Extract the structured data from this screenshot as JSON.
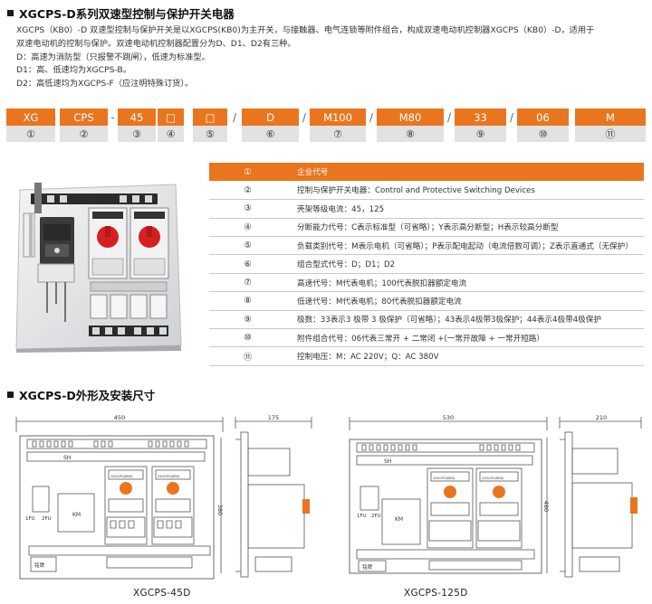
{
  "section1_title": "XGCPS-D系列双速型控制与保护开关电器",
  "intro_lines": [
    "XGCPS（KB0）-D 双速型控制与保护开关是以XGCPS(KB0)为主开关，与接触器、电气连锁等附件组合，构成双速电动机控制器XGCPS（KB0）-D，适用于",
    "双速电动机的控制与保护。双速电动机控制器配置分为D、D1、D2有三种。",
    "D：高速为消防型（只报警不跳闸），低速为标准型。",
    "D1：高、低速均为XGCPS-B。",
    "D2：高低速均为XGCPS-F（应注明特殊订货）。"
  ],
  "code_cells": [
    "XG",
    "CPS",
    "45",
    "□",
    "□",
    "D",
    "M100",
    "M80",
    "33",
    "06",
    "M"
  ],
  "code_numbers": [
    "①",
    "②",
    "③",
    "④",
    "⑤",
    "⑥",
    "⑦",
    "⑧",
    "⑨",
    "⑩",
    "⑪"
  ],
  "code_separators": [
    "-",
    "/",
    "/",
    "/",
    "/",
    "/"
  ],
  "spec_header": {
    "num": "①",
    "desc": "企业代号"
  },
  "spec_rows": [
    {
      "num": "②",
      "desc": "控制与保护开关电器：Control and Protective Switching Devices"
    },
    {
      "num": "③",
      "desc": "壳架等级电流：45，125"
    },
    {
      "num": "④",
      "desc": "分断能力代号：C表示标准型（可省略）；Y表示高分断型；H表示较高分断型"
    },
    {
      "num": "⑤",
      "desc": "负载类别代号：M表示电机（可省略）；P表示配电起动（电流倍数可调）；Z表示直通式（无保护）"
    },
    {
      "num": "⑥",
      "desc": "组合型式代号：D；D1；D2"
    },
    {
      "num": "⑦",
      "desc": "高速代号：M代表电机；100代表脱扣器额定电流"
    },
    {
      "num": "⑧",
      "desc": "低速代号：M代表电机；80代表脱扣器额定电流"
    },
    {
      "num": "⑨",
      "desc": "极数：33表示3 极带 3 极保护（可省略）；43表示4极带3极保护；44表示4极带4极保护"
    },
    {
      "num": "⑩",
      "desc": "附件组合代号：06代表三常开 + 二常闭 +(一常开故障 + 一常开短路）"
    },
    {
      "num": "⑪",
      "desc": "控制电压：M：AC 220V；Q：AC 380V"
    }
  ],
  "section2_title": "XGCPS-D外形及安装尺寸",
  "drawing1": {
    "width_dim": "450",
    "depth_dim": "175",
    "height_dim": "380",
    "sh": "SH",
    "km": "KM",
    "fu1": "1FU",
    "fu2": "2FU",
    "nameplate": "铭牌",
    "unit1": "1XGCPS(KB0)",
    "unit2": "2XGCPS(KB0)"
  },
  "drawing2": {
    "width_dim": "530",
    "depth_dim": "210",
    "height_dim": "480",
    "sh": "SH",
    "km": "KM",
    "fu1": "1FU",
    "fu2": "2FU",
    "nameplate": "铭牌",
    "unit1": "1XGCPS(KB0)",
    "unit2": "2XGCPS(KB0)"
  },
  "caption1": "XGCPS-45D",
  "caption2": "XGCPS-125D",
  "colors": {
    "accent": "#e9761f",
    "numbar": "#e2e2e2"
  }
}
